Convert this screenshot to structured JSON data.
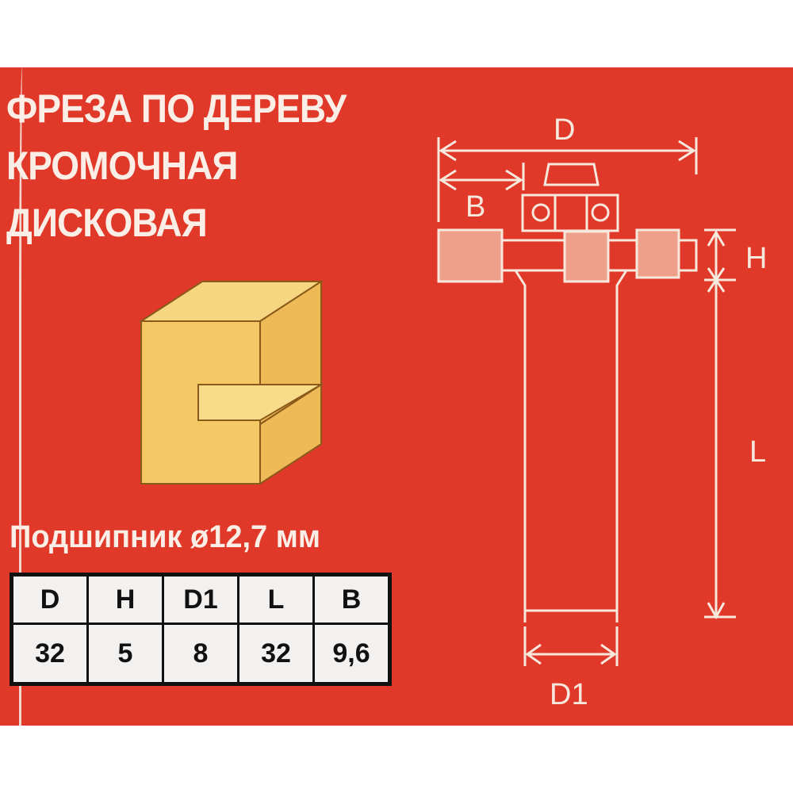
{
  "title": {
    "line1": "ФРЕЗА ПО ДЕРЕВУ",
    "line2": "КРОМОЧНАЯ",
    "line3": "ДИСКОВАЯ"
  },
  "bearing_label": "Подшипник ø12,7 мм",
  "table": {
    "headers": [
      "D",
      "H",
      "D1",
      "L",
      "B"
    ],
    "values": [
      "32",
      "5",
      "8",
      "32",
      "9,6"
    ]
  },
  "diagram": {
    "labels": {
      "D": "D",
      "B": "B",
      "H": "H",
      "L": "L",
      "D1": "D1"
    }
  },
  "colors": {
    "background": "#e0392a",
    "line": "#f6e8dc",
    "wood": "#f2c463"
  }
}
